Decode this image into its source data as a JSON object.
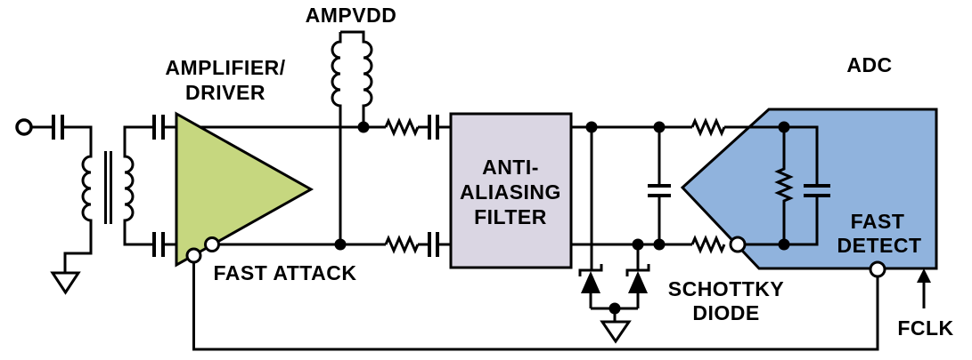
{
  "labels": {
    "ampvdd": "AMPVDD",
    "amplifier_line1": "AMPLIFIER/",
    "amplifier_line2": "DRIVER",
    "fast_attack": "FAST ATTACK",
    "filter_line1": "ANTI-",
    "filter_line2": "ALIASING",
    "filter_line3": "FILTER",
    "schottky_line1": "SCHOTTKY",
    "schottky_line2": "DIODE",
    "adc": "ADC",
    "fast_detect_line1": "FAST",
    "fast_detect_line2": "DETECT",
    "fclk": "FCLK"
  },
  "colors": {
    "background": "#ffffff",
    "wire": "#000000",
    "amplifier_fill": "#c6d77f",
    "filter_fill": "#dad6e3",
    "adc_fill": "#90b3dd"
  }
}
